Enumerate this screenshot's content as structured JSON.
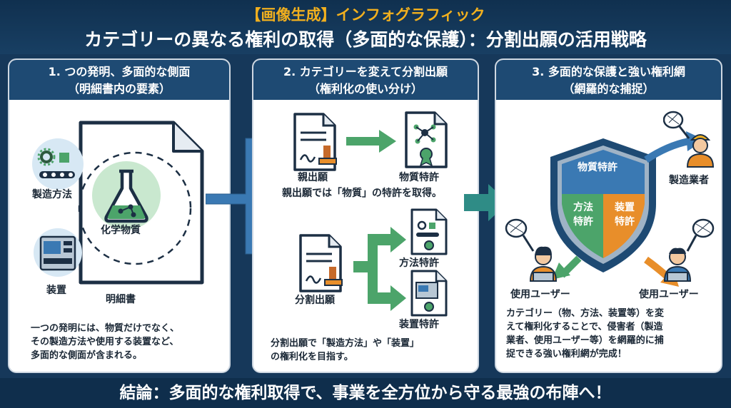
{
  "header": {
    "tag": "【画像生成】インフォグラフィック",
    "title": "カテゴリーの異なる権利の取得（多面的な保護）：分割出願の活用戦略"
  },
  "panel1": {
    "title_line1": "1. つの発明、多面的な側面",
    "title_line2": "（明細書内の要素）",
    "manufacturing_label": "製造方法",
    "device_label": "装置",
    "substance_label": "化学物質",
    "document_label": "明細書",
    "desc_line1": "一つの発明には、物質だけでなく、",
    "desc_line2": "その製造方法や使用する装置など、",
    "desc_line3": "多面的な側面が含まれる。"
  },
  "panel2": {
    "title_line1": "2. カテゴリーを変えて分割出願",
    "title_line2": "（権利化の使い分け）",
    "parent_label": "親出願",
    "substance_patent_label": "物質特許",
    "parent_note": "親出願では「物質」の特許を取得。",
    "divisional_label": "分割出願",
    "method_patent_label": "方法特許",
    "device_patent_label": "装置特許",
    "desc_line1": "分割出願で「製造方法」や「装置」",
    "desc_line2": "の権利化を目指す。"
  },
  "panel3": {
    "title_line1": "3. 多面的な保護と強い権利網",
    "title_line2": "（網羅的な捕捉）",
    "shield_substance": "物質特許",
    "shield_method_1": "方法",
    "shield_method_2": "特許",
    "shield_device_1": "装置",
    "shield_device_2": "特許",
    "manufacturer_label": "製造業者",
    "user_label_left": "使用ユーザー",
    "user_label_right": "使用ユーザー",
    "desc_line1": "カテゴリー（物、方法、装置等）を変",
    "desc_line2": "えて権利化することで、侵害者（製造",
    "desc_line3": "業者、使用ユーザー等）を網羅的に捕",
    "desc_line4": "捉できる強い権利網が完成！"
  },
  "footer": {
    "conclusion": "結論：多面的な権利取得で、事業を全方位から守る最強の布陣へ！"
  },
  "colors": {
    "navy": "#1e4a73",
    "orange": "#f2b01e",
    "blue": "#3a79b3",
    "green": "#4ca46a",
    "shield_orange": "#e88e2a"
  }
}
